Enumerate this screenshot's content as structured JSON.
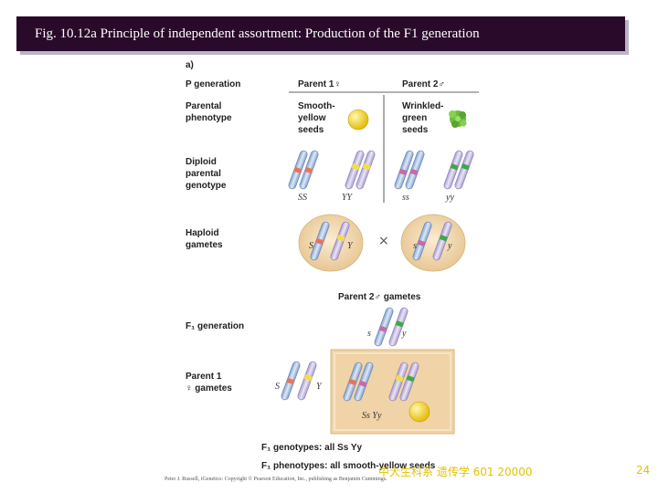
{
  "header": {
    "title": "Fig. 10.12a  Principle of independent assortment: Production of the F1 generation"
  },
  "figure": {
    "panel": "a)",
    "rows": {
      "p_generation": "P generation",
      "parental_phenotype": [
        "Parental",
        "phenotype"
      ],
      "diploid_genotype": [
        "Diploid",
        "parental",
        "genotype"
      ],
      "haploid_gametes": [
        "Haploid",
        "gametes"
      ],
      "f1_generation": "F₁ generation",
      "parent1_gametes": [
        "Parent 1",
        "♀ gametes"
      ]
    },
    "parent1": {
      "heading": "Parent 1♀",
      "phenotype": [
        "Smooth-",
        "yellow",
        "seeds"
      ],
      "genotype_s": "SS",
      "genotype_y": "YY",
      "gamete_s": "S",
      "gamete_y": "Y"
    },
    "parent2": {
      "heading": "Parent 2♂",
      "phenotype": [
        "Wrinkled-",
        "green",
        "seeds"
      ],
      "genotype_s": "ss",
      "genotype_y": "yy",
      "gamete_s": "s",
      "gamete_y": "y"
    },
    "cross_symbol": "×",
    "parent2_gametes_label": "Parent 2♂ gametes",
    "f1_gamete_s": "s",
    "f1_gamete_y": "y",
    "p1_gamete_s": "S",
    "p1_gamete_y": "Y",
    "f1_genotype_cell": "Ss Yy",
    "f1_genotypes": "F₁ genotypes: all Ss Yy",
    "f1_phenotypes": "F₁ phenotypes: all smooth-yellow seeds",
    "credit": "Peter J. Russell, iGenetics: Copyright © Pearson Education, Inc., publishing as Benjamin Cummings."
  },
  "footer": {
    "university_course": "中大生科系 遗传学 601 20000",
    "slide_number": "24"
  },
  "colors": {
    "title_bg": "#2a0a2a",
    "footer_text": "#e3c200",
    "gamete_cell": "#f2d7aa",
    "yellow_seed": "#f3d11a",
    "green_seed": "#6cbf3c"
  }
}
